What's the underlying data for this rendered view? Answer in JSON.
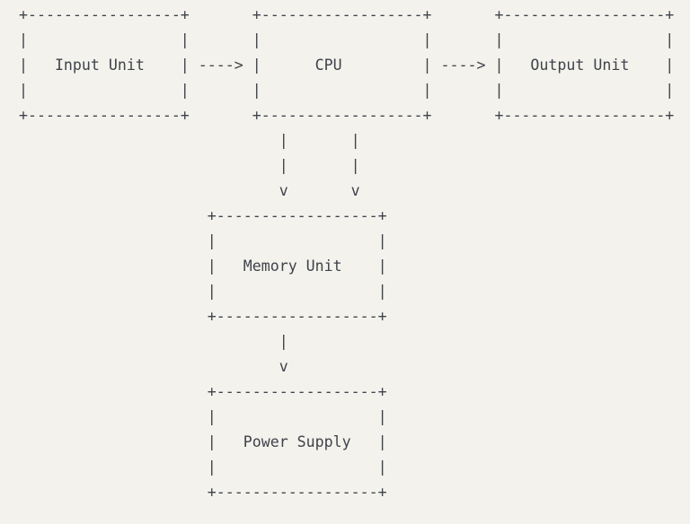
{
  "page": {
    "background_color": "#f3f2ec",
    "text_color": "#3f434a"
  },
  "diagram": {
    "type": "ascii-block-diagram",
    "nodes": [
      {
        "label": "Input Unit"
      },
      {
        "label": "CPU"
      },
      {
        "label": "Output Unit"
      },
      {
        "label": "Memory Unit"
      },
      {
        "label": "Power Supply"
      }
    ],
    "edges": [
      {
        "from": "Input Unit",
        "to": "CPU",
        "arrow": "---->"
      },
      {
        "from": "CPU",
        "to": "Output Unit",
        "arrow": "---->"
      },
      {
        "from": "CPU",
        "to": "Memory Unit",
        "arrow": "double vertical v"
      },
      {
        "from": "Memory Unit",
        "to": "Power Supply",
        "arrow": "vertical v"
      }
    ],
    "lines": [
      "  +-----------------+       +------------------+       +------------------+",
      "  |                 |       |                  |       |                  |",
      "  |   Input Unit    | ----> |      CPU         | ----> |   Output Unit    |",
      "  |                 |       |                  |       |                  |",
      "  +-----------------+       +------------------+       +------------------+",
      "                               |       |",
      "                               |       |",
      "                               v       v",
      "                       +------------------+",
      "                       |                  |",
      "                       |   Memory Unit    |",
      "                       |                  |",
      "                       +------------------+",
      "                               |",
      "                               v",
      "                       +------------------+",
      "                       |                  |",
      "                       |   Power Supply   |",
      "                       |                  |",
      "                       +------------------+"
    ]
  }
}
